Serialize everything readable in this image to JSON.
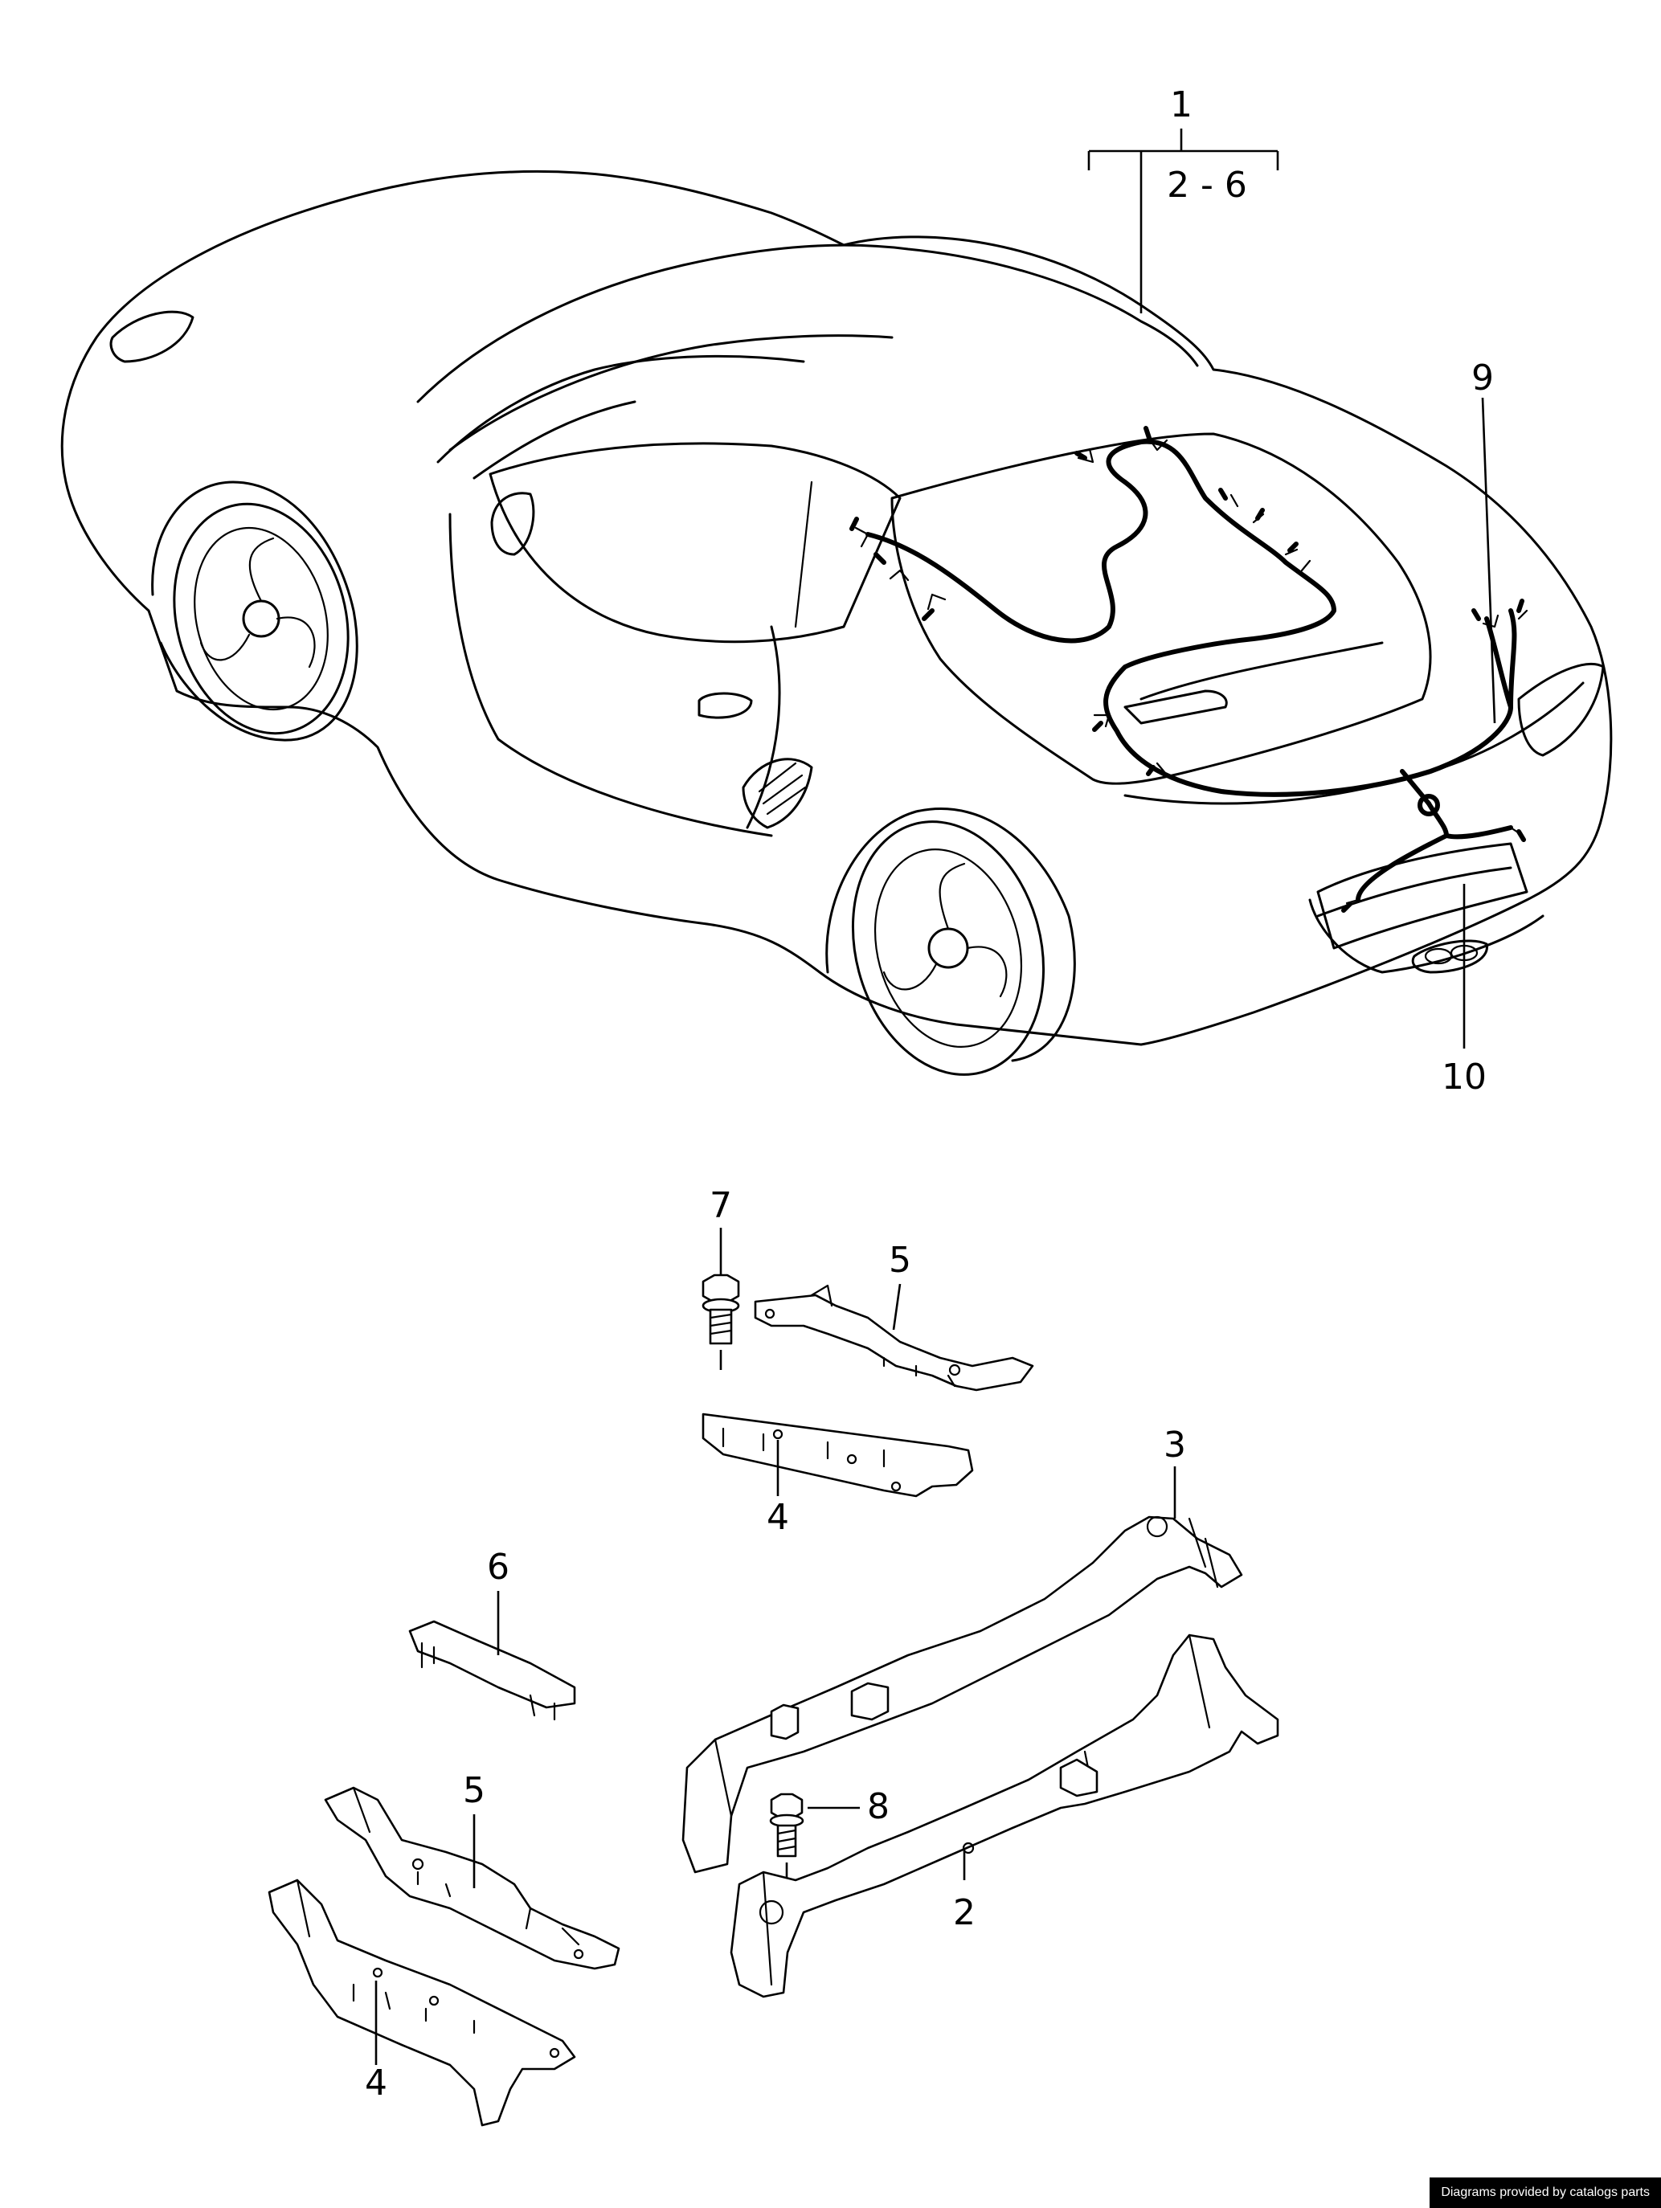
{
  "callouts": {
    "c1": "1",
    "c2_6": "2 - 6",
    "c9": "9",
    "c10": "10",
    "c7": "7",
    "c5_top": "5",
    "c4_top": "4",
    "c3": "3",
    "c6": "6",
    "c8": "8",
    "c5_bottom": "5",
    "c2": "2",
    "c4_bottom": "4"
  },
  "credit": "Diagrams provided by catalogs parts"
}
